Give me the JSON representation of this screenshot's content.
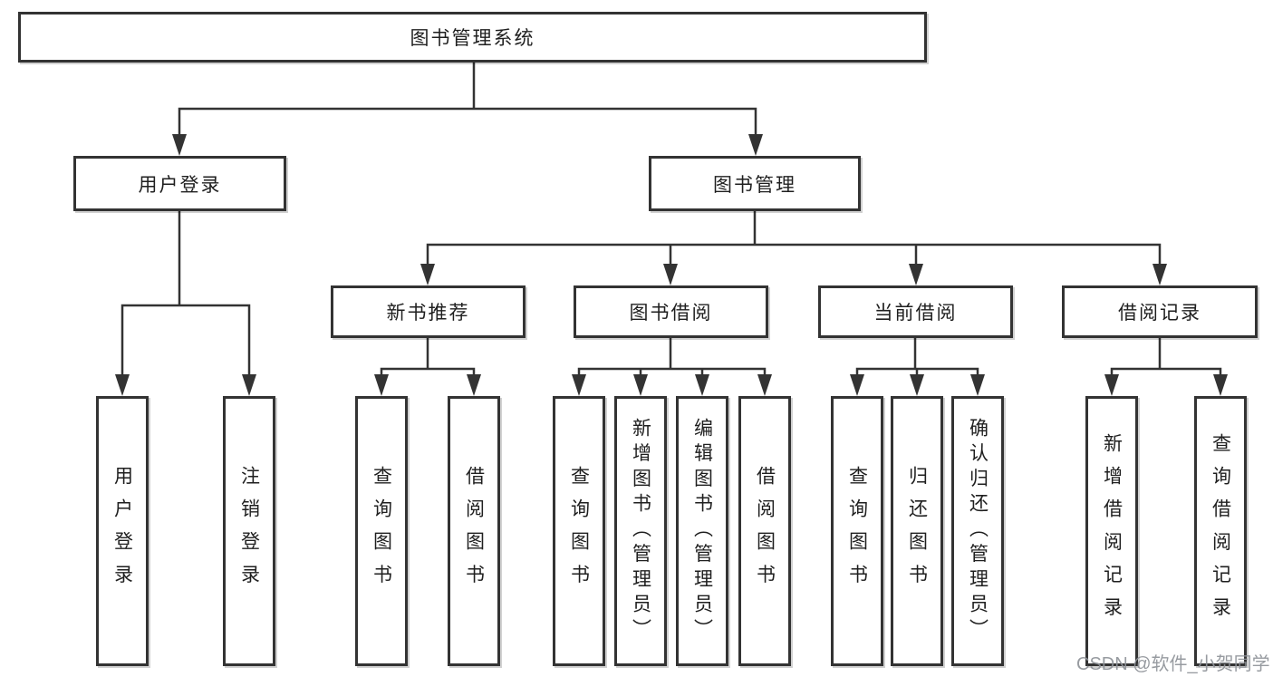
{
  "root": {
    "label": "图书管理系统"
  },
  "level2": {
    "user_login": {
      "label": "用户登录"
    },
    "book_mgmt": {
      "label": "图书管理"
    }
  },
  "level3": {
    "new_books": {
      "label": "新书推荐"
    },
    "borrowing": {
      "label": "图书借阅"
    },
    "current": {
      "label": "当前借阅"
    },
    "records": {
      "label": "借阅记录"
    }
  },
  "leaves": {
    "user_login": {
      "label": "用户登录"
    },
    "logout": {
      "label": "注销登录"
    },
    "nb_search": {
      "label": "查询图书"
    },
    "nb_borrow": {
      "label": "借阅图书"
    },
    "bb_search": {
      "label": "查询图书"
    },
    "bb_add": {
      "label": "新增图书（管理员）"
    },
    "bb_edit": {
      "label": "编辑图书（管理员）"
    },
    "bb_borrow": {
      "label": "借阅图书"
    },
    "cb_search": {
      "label": "查询图书"
    },
    "cb_return": {
      "label": "归还图书"
    },
    "cb_confirm": {
      "label": "确认归还（管理员）"
    },
    "rec_add": {
      "label": "新增借阅记录"
    },
    "rec_search": {
      "label": "查询借阅记录"
    }
  },
  "watermark": {
    "text": "CSDN @软件_小贺同学"
  },
  "colors": {
    "line": "#333333",
    "border": "#333333",
    "text": "#1f1f1f",
    "watermark": "#8f9399",
    "background": "#ffffff"
  }
}
